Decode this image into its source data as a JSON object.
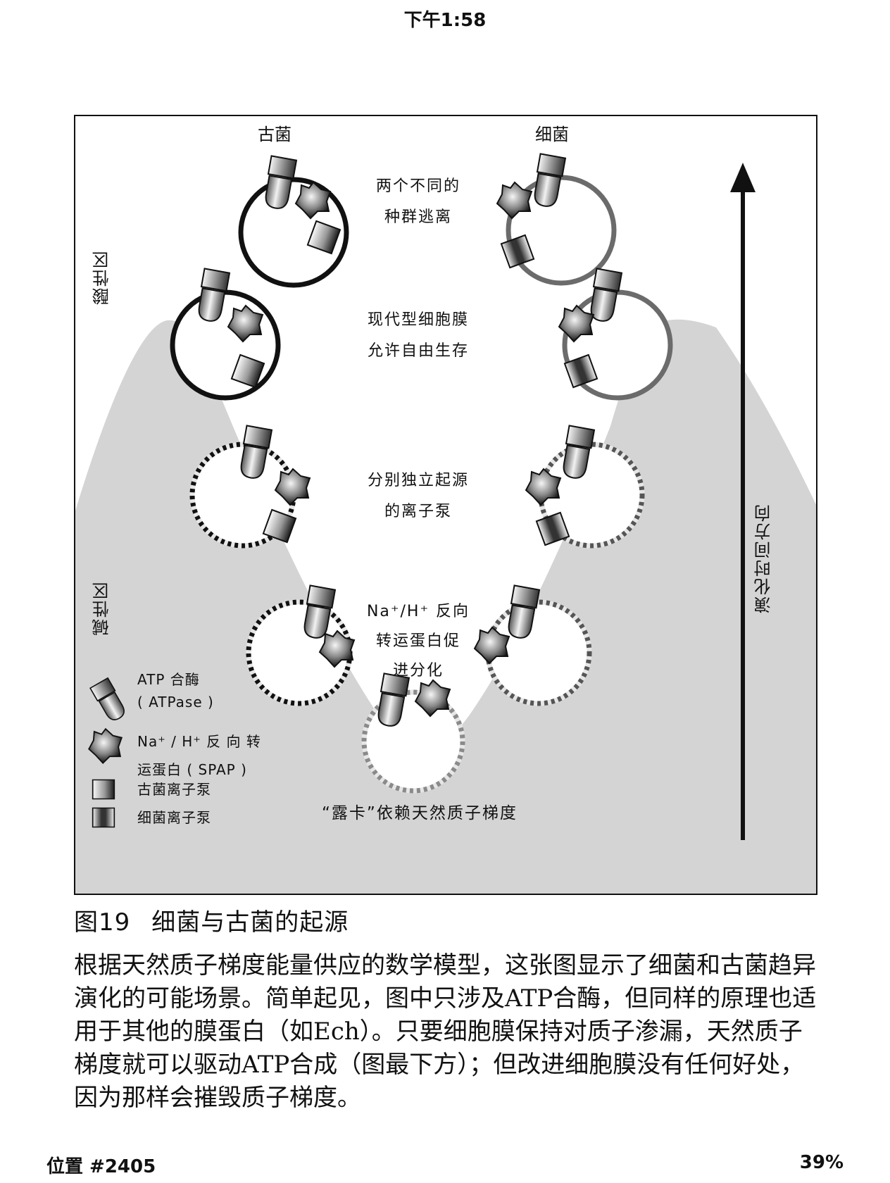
{
  "status": {
    "time": "下午1:58"
  },
  "figure": {
    "archaea_label": "古菌",
    "bacteria_label": "细菌",
    "stage_texts": [
      [
        "两个不同的",
        "种群逃离"
      ],
      [
        "现代型细胞膜",
        "允许自由生存"
      ],
      [
        "分别独立起源",
        "的离子泵"
      ],
      [
        "Na⁺/H⁺ 反向",
        "转运蛋白促",
        "进分化"
      ]
    ],
    "acid_zone": "酸性区",
    "alkaline_zone": "碱性区",
    "evolution_axis": "演化时间方向",
    "luca_note": "“露卡”依赖天然质子梯度",
    "legend": {
      "atpase_line1": "ATP 合酶",
      "atpase_line2": "( ATPase )",
      "spap_line1": "Na⁺ / H⁺ 反 向 转",
      "spap_line2": "运蛋白 ( SPAP )",
      "archaea_pump": "古菌离子泵",
      "bacteria_pump": "细菌离子泵"
    },
    "colors": {
      "archaea_membrane": "#111111",
      "bacteria_membrane": "#6b6b6b",
      "vent_shading": "#d4d4d4"
    },
    "icons": [
      "atp-synthase-icon",
      "antiporter-star-icon",
      "archaeal-pump-icon",
      "bacterial-pump-icon",
      "up-arrow-icon"
    ]
  },
  "caption": {
    "number": "图19",
    "title": "细菌与古菌的起源"
  },
  "body": "根据天然质子梯度能量供应的数学模型，这张图显示了细菌和古菌趋异演化的可能场景。简单起见，图中只涉及ATP合酶，但同样的原理也适用于其他的膜蛋白（如Ech）。只要细胞膜保持对质子渗漏，天然质子梯度就可以驱动ATP合成（图最下方）；但改进细胞膜没有任何好处，因为那样会摧毁质子梯度。",
  "footer": {
    "location": "位置 #2405",
    "percent": "39%"
  }
}
